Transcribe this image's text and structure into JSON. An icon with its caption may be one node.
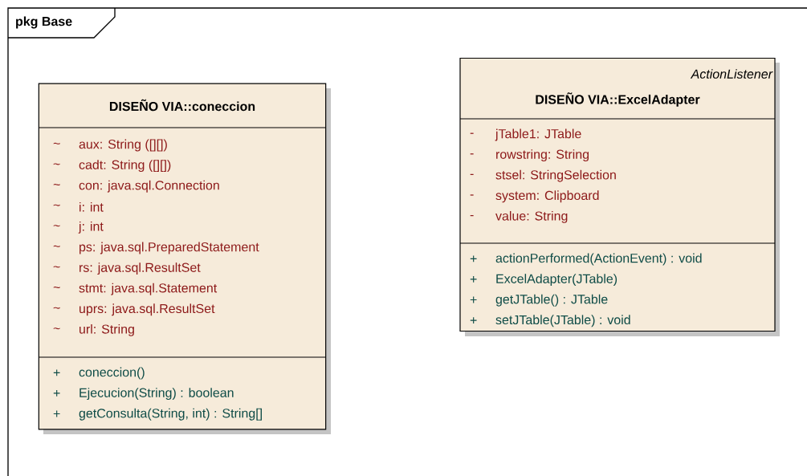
{
  "diagram": {
    "nodes": [
      {
        "text": [
          "pkg Base"
        ]
      },
      {
        "text": [
          "DISEÑO VIA::coneccion",
          "~",
          "aux: String ([][])",
          "~",
          "cadt: String ([][])",
          "~",
          "con: java.sql.Connection",
          "~",
          "i: int",
          "~",
          "j: int",
          "~",
          "ps: java.sql.PreparedStatement",
          "~",
          "rs: java.sql.ResultSet",
          "~",
          "stmt: java.sql.Statement",
          "~",
          "uprs: java.sql.ResultSet",
          "~",
          "url: String",
          "+",
          "coneccion()",
          "+",
          "Ejecucion(String) : boolean",
          "+",
          "getConsulta(String, int) : String[]"
        ],
        "in": 0
      },
      {
        "text": [
          "ActionListener",
          "DISEÑO VIA::ExcelAdapter",
          "-",
          "jTable1: JTable",
          "-",
          "rowstring: String",
          "-",
          "stsel: StringSelection",
          "-",
          "system: Clipboard",
          "-",
          "value: String",
          "+",
          "actionPerformed(ActionEvent) : void",
          "+",
          "ExcelAdapter(JTable)",
          "+",
          "getJTable() : JTable",
          "+",
          "setJTable(JTable) : void"
        ],
        "in": 0
      }
    ]
  }
}
